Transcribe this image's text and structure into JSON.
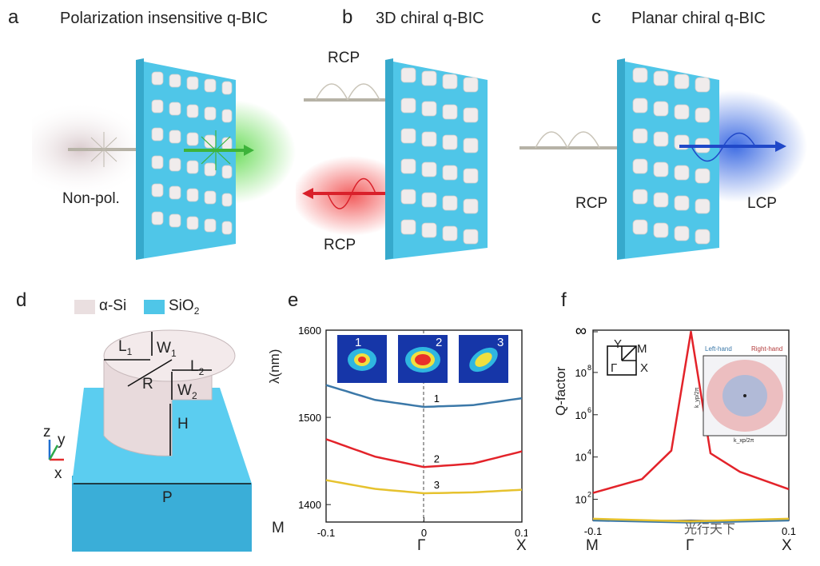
{
  "panel_a": {
    "letter": "a",
    "title": "Polarization insensitive q-BIC",
    "label_in": "Non-pol."
  },
  "panel_b": {
    "letter": "b",
    "title": "3D chiral q-BIC",
    "label_top": "RCP",
    "label_bottom": "RCP"
  },
  "panel_c": {
    "letter": "c",
    "title": "Planar chiral  q-BIC",
    "label_in": "RCP",
    "label_out": "LCP"
  },
  "panel_d": {
    "letter": "d",
    "legend_si": "α-Si",
    "legend_sio2": "SiO",
    "legend_sio2_sub": "2",
    "dims": {
      "L1": "L",
      "L1s": "1",
      "W1": "W",
      "W1s": "1",
      "L2": "L",
      "L2s": "2",
      "R": "R",
      "W2": "W",
      "W2s": "2",
      "H": "H",
      "P": "P"
    },
    "axes": {
      "z": "z",
      "y": "y",
      "x": "x"
    },
    "colors": {
      "si": "#eadfe0",
      "sio2": "#4fc6e8"
    }
  },
  "panel_e": {
    "letter": "e",
    "ylabel": "λ(nm)",
    "yticks": [
      "1600",
      "1500",
      "1400"
    ],
    "xticks": [
      "-0.1",
      "0",
      "0.1"
    ],
    "xsym": [
      "M",
      "Γ",
      "X"
    ],
    "mode_labels": [
      "1",
      "2",
      "3"
    ],
    "inset_labels": [
      "1",
      "2",
      "3"
    ]
  },
  "panel_f": {
    "letter": "f",
    "ylabel": "Q-factor",
    "yticks": [
      "∞",
      "10",
      "10",
      "10",
      "10"
    ],
    "ysup": [
      "",
      "8",
      "6",
      "4",
      "2"
    ],
    "xticks": [
      "-0.1",
      "0.1"
    ],
    "xsym": [
      "M",
      "Γ",
      "X"
    ],
    "inset_axes": {
      "Y": "Y",
      "M": "M",
      "G": "Γ",
      "X": "X"
    },
    "inset_legend": [
      "Left-hand",
      "Right-hand"
    ],
    "inset_xlabel": "k_xp/2π",
    "inset_ylabel": "k_yp/2π",
    "watermark": "光行天下"
  },
  "chart_data": [
    {
      "type": "line",
      "title": "",
      "xlabel": "",
      "ylabel": "λ(nm)",
      "xlim": [
        -0.1,
        0.1
      ],
      "ylim": [
        1380,
        1600
      ],
      "series": [
        {
          "name": "1",
          "color": "#3b78a8",
          "x": [
            -0.1,
            -0.05,
            0,
            0.05,
            0.1
          ],
          "y": [
            1537,
            1520,
            1512,
            1514,
            1522
          ]
        },
        {
          "name": "2",
          "color": "#e3232a",
          "x": [
            -0.1,
            -0.05,
            0,
            0.05,
            0.1
          ],
          "y": [
            1475,
            1455,
            1443,
            1447,
            1461
          ]
        },
        {
          "name": "3",
          "color": "#e6c22e",
          "x": [
            -0.1,
            -0.05,
            0,
            0.05,
            0.1
          ],
          "y": [
            1428,
            1418,
            1413,
            1414,
            1417
          ]
        }
      ]
    },
    {
      "type": "line",
      "title": "",
      "xlabel": "",
      "ylabel": "Q-factor",
      "xlim": [
        -0.1,
        0.1
      ],
      "log_y": true,
      "series": [
        {
          "name": "red",
          "color": "#e3232a",
          "x": [
            -0.1,
            -0.05,
            -0.02,
            0,
            0.02,
            0.05,
            0.1
          ],
          "y": [
            200,
            900,
            20000,
            10000000000.0,
            15000,
            2000,
            300
          ]
        },
        {
          "name": "blue",
          "color": "#3b78a8",
          "x": [
            -0.1,
            0,
            0.1
          ],
          "y": [
            10,
            8,
            10
          ]
        },
        {
          "name": "yellow",
          "color": "#e6c22e",
          "x": [
            -0.1,
            0,
            0.1
          ],
          "y": [
            12,
            9,
            12
          ]
        }
      ]
    }
  ]
}
